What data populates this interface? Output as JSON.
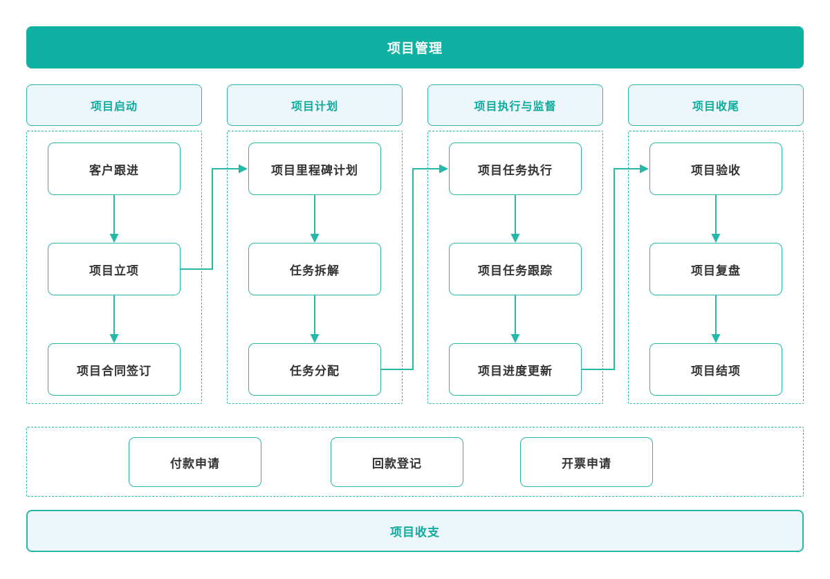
{
  "title": "项目管理",
  "colors": {
    "primary": "#10b1a3",
    "border": "#27b7a8",
    "teal_text": "#0fab9d",
    "light": "#edf6fa",
    "dark": "#333333",
    "white": "#ffffff"
  },
  "columns": [
    {
      "header": "项目启动",
      "nodes": [
        "客户跟进",
        "项目立项",
        "项目合同签订"
      ]
    },
    {
      "header": "项目计划",
      "nodes": [
        "项目里程碑计划",
        "任务拆解",
        "任务分配"
      ]
    },
    {
      "header": "项目执行与监督",
      "nodes": [
        "项目任务执行",
        "项目任务跟踪",
        "项目进度更新"
      ]
    },
    {
      "header": "项目收尾",
      "nodes": [
        "项目验收",
        "项目复盘",
        "项目结项"
      ]
    }
  ],
  "finance": {
    "nodes": [
      "付款申请",
      "回款登记",
      "开票申请"
    ],
    "footer": "项目收支"
  }
}
